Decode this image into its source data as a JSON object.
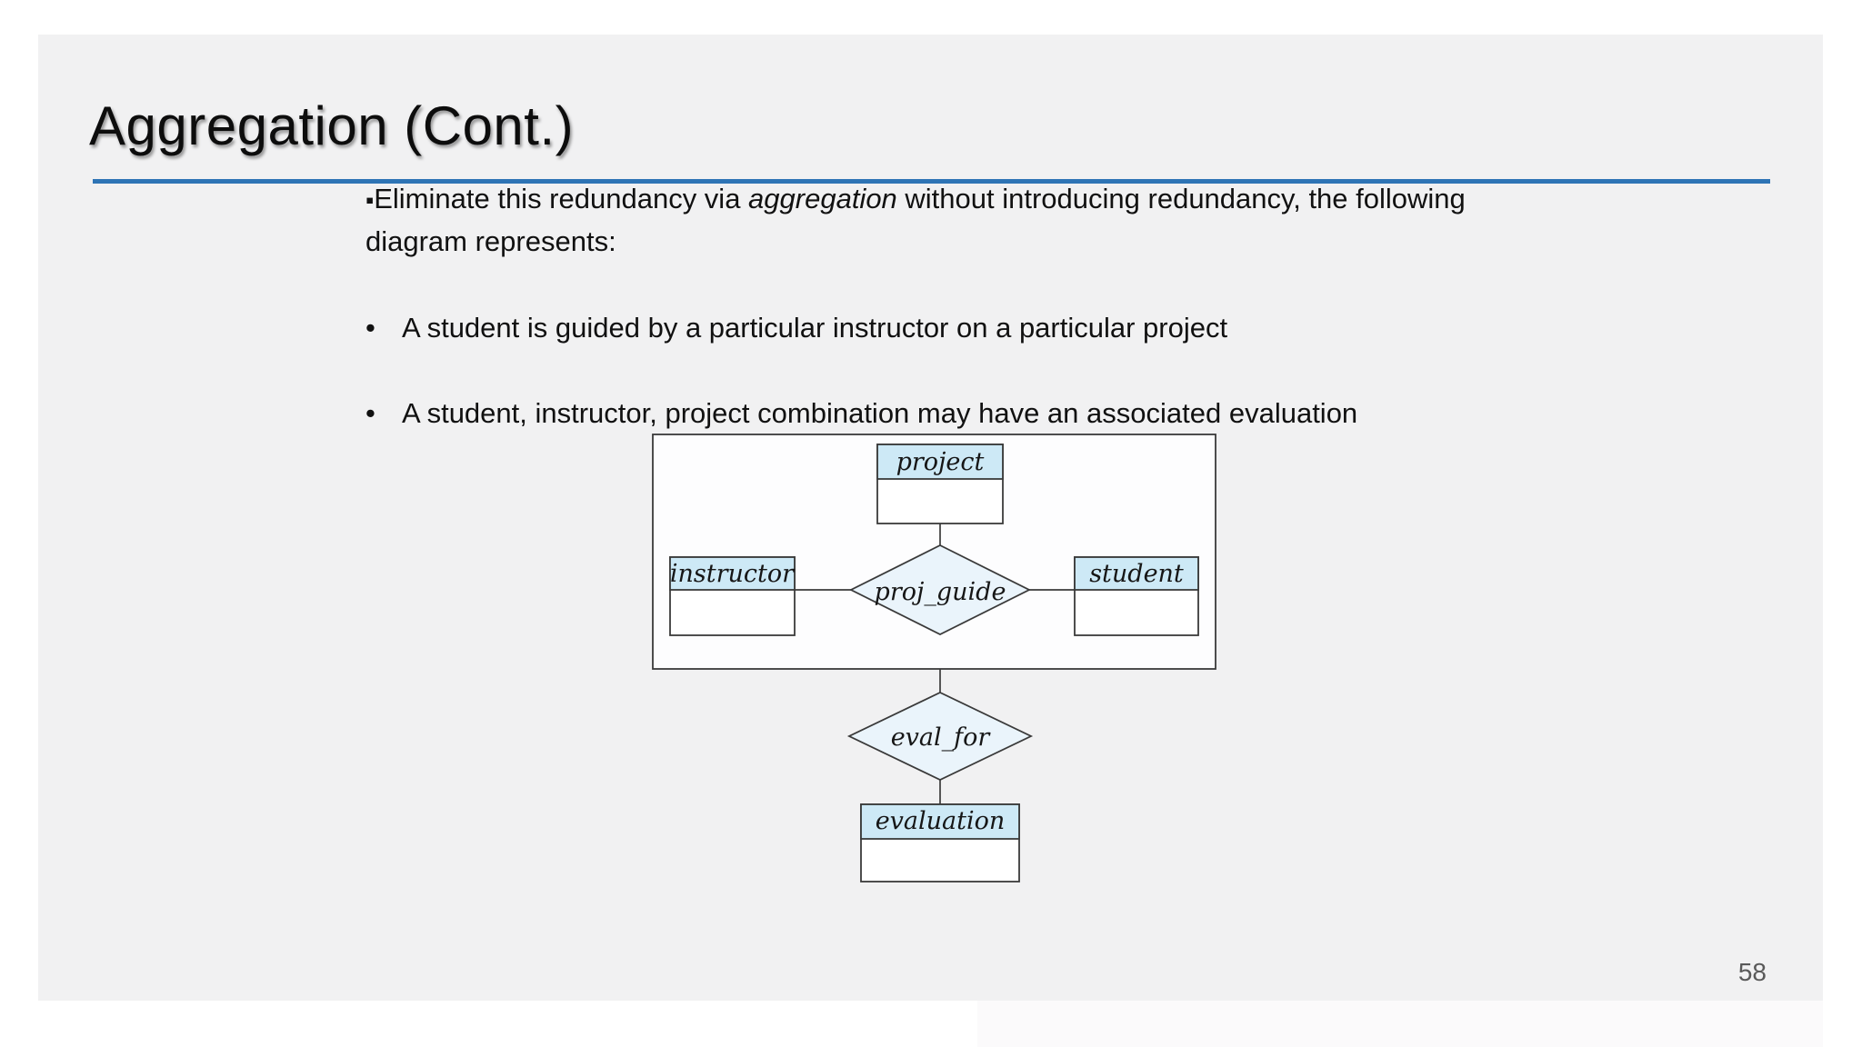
{
  "slide": {
    "title": "Aggregation (Cont.)",
    "page_number": "58",
    "intro": {
      "bullet_glyph": "▪",
      "text_before_italic": "Eliminate this redundancy via ",
      "italic_word": "aggregation",
      "text_after_italic": " without introducing redundancy, the following",
      "line2": "diagram represents:"
    },
    "bullets": [
      {
        "glyph": "•",
        "text": "A student is guided by a particular instructor on a particular project"
      },
      {
        "glyph": "•",
        "text": "A student, instructor, project combination may have an associated evaluation"
      }
    ],
    "colors": {
      "accent_rule": "#2e74b5",
      "slide_background": "#f1f1f2",
      "entity_header_fill": "#cde9f6",
      "relationship_fill": "#eaf4fb",
      "entity_body_fill": "#ffffff",
      "aggregation_box_fill": "#fdfdfe",
      "diagram_stroke": "#3a3a3a",
      "page_number_color": "#595959"
    }
  },
  "diagram": {
    "entities": [
      {
        "label": "project"
      },
      {
        "label": "instructor"
      },
      {
        "label": "student"
      },
      {
        "label": "evaluation"
      }
    ],
    "relationships": [
      {
        "label": "proj_guide"
      },
      {
        "label": "eval_for"
      }
    ]
  }
}
